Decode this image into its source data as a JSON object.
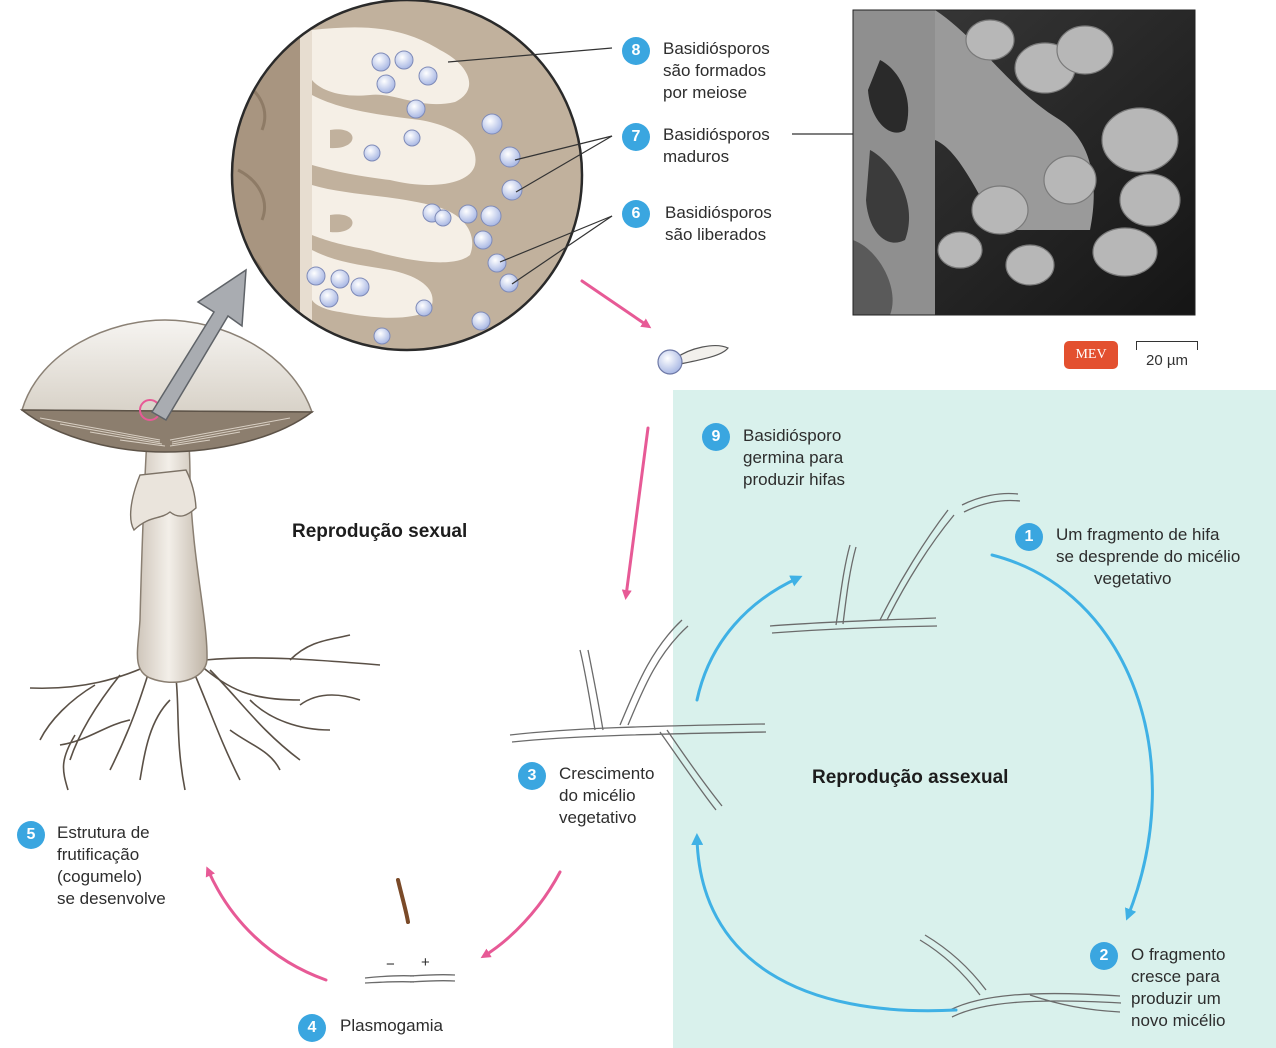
{
  "headings": {
    "sexual": "Reprodução sexual",
    "asexual": "Reprodução assexual"
  },
  "steps": {
    "s1": {
      "number": "1",
      "lines": [
        "Um fragmento de hifa",
        "se desprende do micélio",
        "vegetativo"
      ]
    },
    "s2": {
      "number": "2",
      "lines": [
        "O fragmento",
        "cresce para",
        "produzir um",
        "novo micélio"
      ]
    },
    "s3": {
      "number": "3",
      "lines": [
        "Crescimento",
        "do micélio",
        "vegetativo"
      ]
    },
    "s4": {
      "number": "4",
      "lines": [
        "Plasmogamia"
      ]
    },
    "s5": {
      "number": "5",
      "lines": [
        "Estrutura de",
        "frutificação",
        "(cogumelo)",
        "se desenvolve"
      ]
    },
    "s6": {
      "number": "6",
      "lines": [
        "Basidiósporos",
        "são liberados"
      ]
    },
    "s7": {
      "number": "7",
      "lines": [
        "Basidiósporos",
        "maduros"
      ]
    },
    "s8": {
      "number": "8",
      "lines": [
        "Basidiósporos",
        "são formados",
        "por meiose"
      ]
    },
    "s9": {
      "number": "9",
      "lines": [
        "Basidiósporo",
        "germina para",
        "produzir hifas"
      ]
    }
  },
  "micrograph": {
    "badge": "MEV",
    "scale_label": "20 µm"
  },
  "plasmogamy_signs": {
    "minus": "−",
    "plus": "+"
  },
  "colors": {
    "asexual_panel": "#d9f1ec",
    "sexual_arrow": "#e75a96",
    "asexual_arrow": "#3fb1e5",
    "step_badge": "#3aa6e0",
    "circle_fill": "#c1b19d",
    "spore": "#c9d3f0",
    "mev_badge": "#e3502f"
  }
}
